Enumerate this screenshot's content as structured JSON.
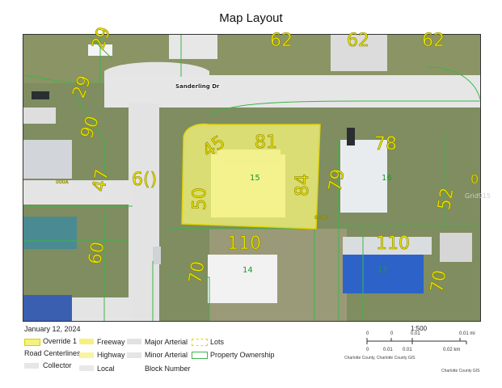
{
  "title": "Map Layout",
  "street_name": "Sanderling Dr",
  "lot_numbers": [
    "62",
    "62",
    "62",
    "29",
    "29",
    "90",
    "47",
    "6()",
    "45",
    "81",
    "50",
    "84",
    "79",
    "78",
    "52",
    "110",
    "110",
    "60",
    "70",
    "70"
  ],
  "block_numbers": [
    "15",
    "16",
    "14",
    "17"
  ],
  "parcel_tags": [
    "000A",
    "000C"
  ],
  "corner_mark": "0",
  "edge_text": "Grid915",
  "legend": {
    "date": "January 12, 2024",
    "override": "Override 1",
    "road_centerlines": "Road Centerlines",
    "collector": "Collector",
    "freeway": "Freeway",
    "highway": "Highway",
    "local": "Local",
    "major_arterial": "Major Arterial",
    "minor_arterial": "Minor Arterial",
    "block_number": "Block Number",
    "lots": "Lots",
    "property_ownership": "Property Ownership"
  },
  "scale": {
    "ratio": "1:500",
    "top_ticks": [
      "0",
      "0",
      "0.01",
      "0.01 mi"
    ],
    "bottom_ticks": [
      "0",
      "0.01",
      "0.01",
      "0.02 km"
    ],
    "credit_1": "Charlotte County, Charlotte County GIS",
    "credit_2": "Charlotte County GIS"
  },
  "colors": {
    "override": "#f4f27a",
    "freeway": "#f6f17e",
    "highway": "#f8f4a0",
    "road_gray": "#e4e4e4",
    "ownership_green": "#3fb44a",
    "lot_label": "#e8e400",
    "block_label": "#1a9a2a"
  }
}
